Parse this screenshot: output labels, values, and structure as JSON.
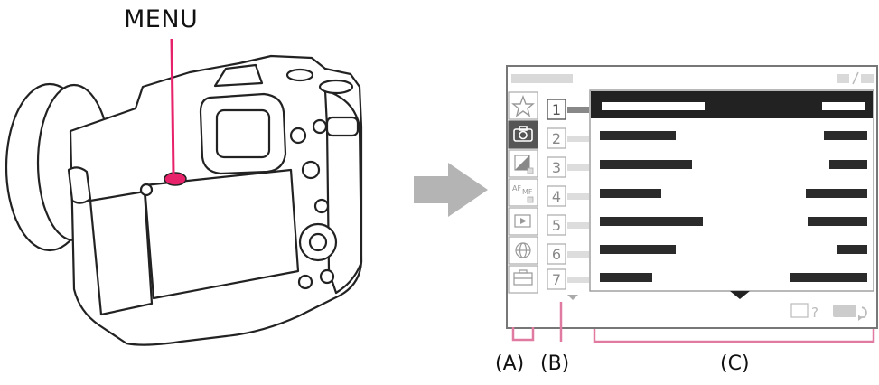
{
  "labels": {
    "menu": "MENU",
    "a": "(A)",
    "b": "(B)",
    "c": "(C)"
  },
  "screen": {
    "page_numbers": [
      "1",
      "2",
      "3",
      "4",
      "5",
      "6",
      "7"
    ],
    "af_mf_icon_text": "AF MF",
    "selected_page": 1,
    "selected_tab": "camera"
  },
  "icons": {
    "tabs": [
      "star-icon",
      "camera-icon",
      "exposure-icon",
      "af-mf-icon",
      "playback-icon",
      "network-icon",
      "toolbox-icon"
    ],
    "footer": [
      "help-icon",
      "menu-back-icon"
    ]
  },
  "colors": {
    "accent_red": "#e8216b",
    "arrow_gray": "#b4b4b4",
    "selected_tab": "#555555",
    "menu_bar": "#222222",
    "bracket_pink": "#e07aa0"
  }
}
